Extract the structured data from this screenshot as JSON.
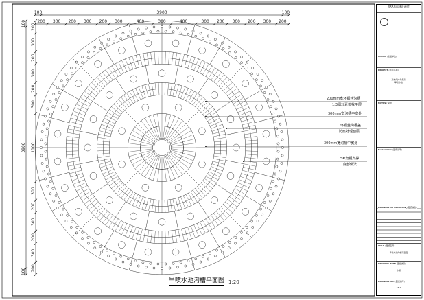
{
  "drawing": {
    "title": "旱喷水池沟槽平面图",
    "scale": "1:20",
    "top_dimensions": {
      "overall": "3900",
      "edge": "100",
      "segments": [
        "200",
        "300",
        "200",
        "300",
        "200",
        "300",
        "400",
        "300",
        "400",
        "300",
        "200",
        "300",
        "200",
        "300",
        "200"
      ]
    },
    "left_dimensions": {
      "overall": "3900",
      "edge": "100",
      "segments": [
        "200",
        "300",
        "200",
        "300",
        "200",
        "300",
        "1100",
        "300",
        "200",
        "300",
        "200",
        "300",
        "200"
      ]
    },
    "annotations": [
      {
        "line1": "200mm宽环钢丝沟槽",
        "line2": "1:3细沙素浆找平层"
      },
      {
        "line1": "300mm宽沟槽中宽处",
        "line2": ""
      },
      {
        "line1": "环钢丝沟槽盖",
        "line2": "防腐处理面层"
      },
      {
        "line1": "300mm宽沟槽中宽处",
        "line2": ""
      },
      {
        "line1": "5#角钢支撑",
        "line2": "底部做法"
      }
    ]
  },
  "title_block": {
    "company": "XXXX园林设计院",
    "client_label": "CLIENT",
    "client_sub": "(建设单位)",
    "project_label": "PROJECT",
    "project_sub": "(项目名称)",
    "project_name": "某休闲广场景观",
    "project_name2": "旱喷水池",
    "notes_label": "NOTES",
    "notes_sub": "(说明)",
    "explanation_label": "Explanation",
    "explanation_sub": "(图例说明)",
    "drawing_info_label": "DRAWING INFORMATION",
    "drawing_info_sub": "(图纸信息)",
    "title_label": "TITLE",
    "title_sub": "(图纸名称)",
    "title_value": "旱喷水池沟槽平面图",
    "type_label": "DRAWING TYPE",
    "type_sub": "(图纸类别)",
    "type_value": "水施",
    "no_label": "DRAWING NO.",
    "no_sub": "(图纸编号)",
    "no_value": "SF-4"
  }
}
